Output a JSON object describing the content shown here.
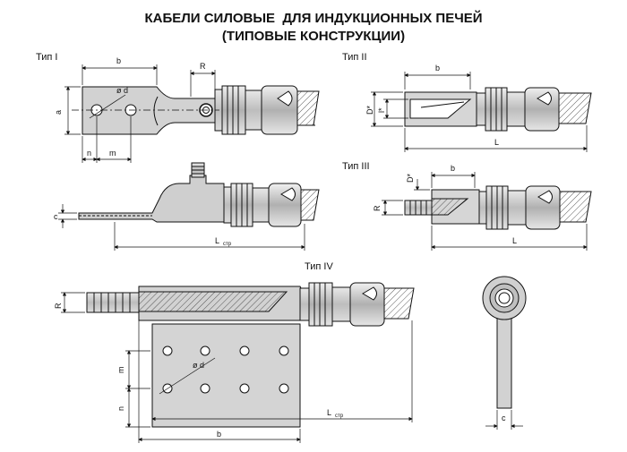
{
  "header": {
    "title_line1": "КАБЕЛИ СИЛОВЫЕ  ДЛЯ ИНДУКЦИОННЫХ ПЕЧЕЙ",
    "title_line2": "(ТИПОВЫЕ КОНСТРУКЦИИ)"
  },
  "types": {
    "t1": "Тип   I",
    "t2": "Тип   II",
    "t3": "Тип   III",
    "t4": "Тип   IV"
  },
  "dims": {
    "b": "b",
    "R": "R",
    "a": "a",
    "d": "ø d",
    "n": "n",
    "m": "m",
    "c": "c",
    "L": "L",
    "L_str_main": "L",
    "L_str_sub": "стр",
    "D": "D*",
    "l": "l*"
  },
  "colors": {
    "line": "#111111",
    "metal": "#c8c8c8",
    "metal_light": "#e0e0e0",
    "metal_dark": "#9a9a9a"
  }
}
